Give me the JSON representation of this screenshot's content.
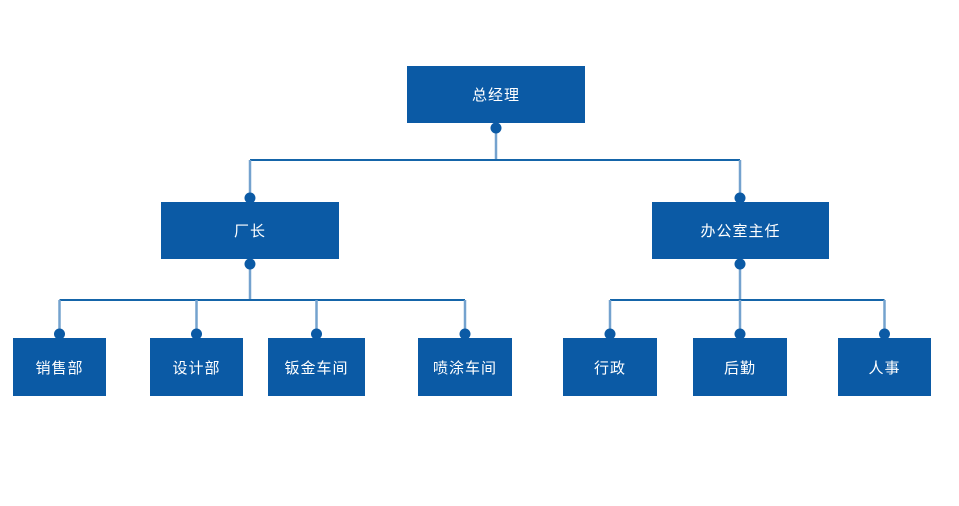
{
  "diagram": {
    "type": "org-chart",
    "background": "#ffffff"
  },
  "nodes": {
    "general_manager": {
      "label": "总经理"
    },
    "factory_director": {
      "label": "厂长"
    },
    "office_director": {
      "label": "办公室主任"
    },
    "sales_dept": {
      "label": "销售部"
    },
    "design_dept": {
      "label": "设计部"
    },
    "sheet_metal_workshop": {
      "label": "钣金车间"
    },
    "painting_workshop": {
      "label": "喷涂车间"
    },
    "admin": {
      "label": "行政"
    },
    "logistics": {
      "label": "后勤"
    },
    "hr": {
      "label": "人事"
    }
  },
  "hierarchy": {
    "root": "general_manager",
    "children": {
      "general_manager": [
        "factory_director",
        "office_director"
      ],
      "factory_director": [
        "sales_dept",
        "design_dept",
        "sheet_metal_workshop",
        "painting_workshop"
      ],
      "office_director": [
        "admin",
        "logistics",
        "hr"
      ]
    }
  },
  "colors": {
    "node_fill": "#0b5aa5",
    "node_text": "#ffffff",
    "connector_horizontal": "#1565a9",
    "connector_vertical": "#74a2ce",
    "dot": "#0b5aa5",
    "background": "#ffffff"
  }
}
